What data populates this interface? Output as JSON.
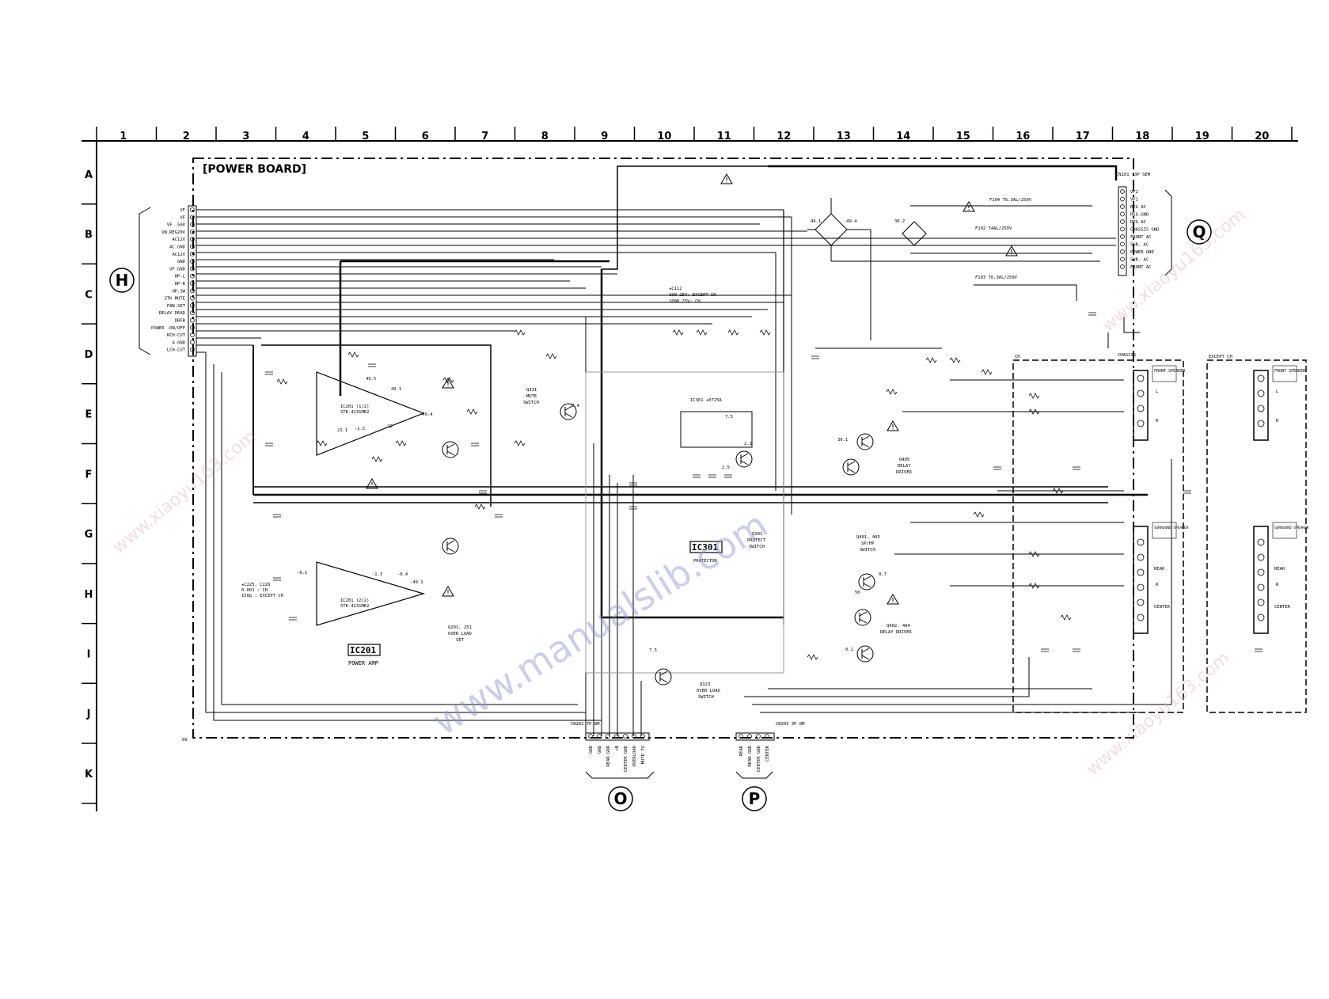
{
  "board_title": "[POWER BOARD]",
  "columns": [
    "1",
    "2",
    "3",
    "4",
    "5",
    "6",
    "7",
    "8",
    "9",
    "10",
    "11",
    "12",
    "13",
    "14",
    "15",
    "16",
    "17",
    "18",
    "19",
    "20"
  ],
  "rows": [
    "A",
    "B",
    "C",
    "D",
    "E",
    "F",
    "G",
    "H",
    "I",
    "J",
    "K"
  ],
  "connectors": {
    "H": {
      "label": "H",
      "pins": [
        "VF",
        "VF",
        "VF -50V",
        "UN.REG20V",
        "AC12V",
        "AC.GND",
        "AC12V",
        "GND",
        "VF.GND",
        "HP-L",
        "HP-R",
        "HP.SW",
        "STK MUTE",
        "FAN.SET",
        "RELAY DEAD",
        "DBFB",
        "POWER -ON/OFF",
        "RCH-CUT",
        "A.GND",
        "LCH-CUT"
      ]
    },
    "Q": {
      "label": "Q",
      "header": "CN101 13P SEM",
      "pins": [
        "VF2",
        "VF1",
        "REG AC",
        "REG.GND",
        "REG AC",
        "CHASSIS GND",
        "FRONT AC",
        "SUR. AC",
        "POWER GND",
        "SUR. AC",
        "FRONT AC"
      ]
    },
    "O": {
      "label": "O",
      "header": "CN202 7P 8M",
      "pins": [
        "GND",
        "GND",
        "REAR GND",
        "+B",
        "CENTER GND",
        "OVERLOAD",
        "MUTE 7V"
      ]
    },
    "P": {
      "label": "P",
      "header": "CN205 3P 8M",
      "pins": [
        "REAR",
        "REAR GND",
        "CENTER GND",
        "CENTER"
      ]
    }
  },
  "blocks": {
    "ic201": {
      "name": "IC201",
      "desc": "POWER AMP"
    },
    "ic201_top": {
      "name": "IC201 (1/2)",
      "part": "STK-4231MK2"
    },
    "ic201_bot": {
      "name": "IC201 (2/2)",
      "part": "STK-4231MK2"
    },
    "ic301": {
      "name": "IC301",
      "desc": "PROTECTOR"
    },
    "ic301_part": "IC301 +0725A",
    "q331": [
      "Q331",
      "MUTE",
      "SWITCH"
    ],
    "q201": [
      "Q201, 251",
      "OVER LOAD",
      "SET"
    ],
    "q301": [
      "Q301",
      "PROTECT",
      "SWITCH"
    ],
    "q323": [
      "Q323",
      "OVER LOAD",
      "SWITCH"
    ],
    "q405": [
      "Q405",
      "RELAY",
      "DRIVER"
    ],
    "q401": [
      "Q401, 405",
      "SP/HP",
      "SWITCH"
    ],
    "q402": [
      "Q402, 404",
      "RELAY DRIVER"
    ]
  },
  "speaker_panels": {
    "ch": {
      "title": "CH",
      "front": "FRONT SPEAKER",
      "surround": "SURROUND SPEAKER",
      "terminals": [
        "L",
        "R",
        "REAR",
        "R",
        "CENTER"
      ]
    },
    "except_ch": {
      "title": "EXCEPT CH",
      "front": "FRONT SPEAKER",
      "surround": "SURROUND SPEAKER",
      "terminals": [
        "L",
        "R",
        "REAR",
        "R",
        "CENTER"
      ]
    }
  },
  "notes": {
    "c112": [
      "★C112",
      "100 25V: EXCEPT CH",
      "1000 25V: CH"
    ],
    "c225": [
      "★C225, C226",
      "0.001 : CH",
      "150p : EXCEPT CH"
    ],
    "chassis": "CHASSIS",
    "f104": "F104 T6.3AL/250V",
    "f102": "F102 T4AL/250V",
    "f103": "F103 T6.3AL/250V",
    "sheet_code": "09"
  },
  "voltages": [
    "49.5",
    "49.1",
    "-49.4",
    "-22",
    "21.1",
    "-1.5",
    "-0.1",
    "-1.3",
    "-0.4",
    "-49.1",
    "7.4",
    "7.5",
    "30.1",
    "0.7",
    "50",
    "30.2",
    "-49.4",
    "49.1",
    "2.2",
    "2.5",
    "0.1",
    "7.5"
  ],
  "watermark": "www.manualslib.com",
  "watermark_cn": "www.xiaoyu163.com",
  "colors": {
    "ink": "#000000",
    "watermark": "#8a95d6",
    "background": "#ffffff"
  }
}
